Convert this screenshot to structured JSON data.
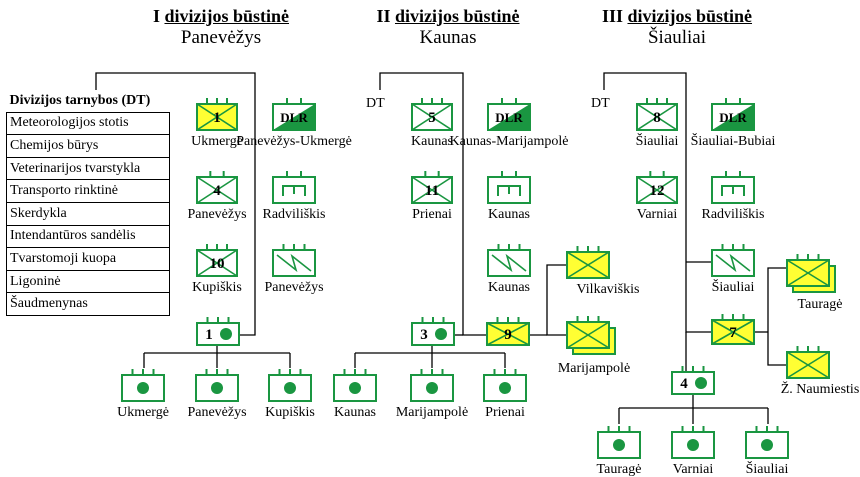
{
  "divisions": [
    {
      "title_num": "I",
      "title_word": "divizijos būstinė",
      "city": "Panevėžys"
    },
    {
      "title_num": "II",
      "title_word": "divizijos būstinė",
      "city": "Kaunas"
    },
    {
      "title_num": "III",
      "title_word": "divizijos būstinė",
      "city": "Šiauliai"
    }
  ],
  "services": {
    "heading": "Divizijos tarnybos (DT)",
    "items": [
      "Meteorologijos stotis",
      "Chemijos būrys",
      "Veterinarijos tvarstykla",
      "Transporto rinktinė",
      "Skerdykla",
      "Intendantūros sandėlis",
      "Tvarstomoji kuopa",
      "Ligoninė",
      "Šaudmenynas"
    ]
  },
  "dt_label": "DT",
  "colors": {
    "green": "#1a9641",
    "yellow": "#ffff33",
    "dot": "#1a9641",
    "line": "#000000"
  },
  "units": [
    {
      "type": "infantry",
      "number": "1",
      "label": "Ukmergė",
      "highlight": true
    },
    {
      "type": "artillery",
      "number": "DLR",
      "label": "Panevėžys-Ukmergė"
    },
    {
      "type": "infantry",
      "number": "4",
      "label": "Panevėžys"
    },
    {
      "type": "engineer",
      "label": "Radviliškis"
    },
    {
      "type": "infantry",
      "number": "10",
      "label": "Kupiškis"
    },
    {
      "type": "signal",
      "label": "Panevėžys"
    },
    {
      "type": "artillery-reg",
      "number": "1"
    },
    {
      "type": "battalion",
      "label": "Ukmergė"
    },
    {
      "type": "battalion",
      "label": "Panevėžys"
    },
    {
      "type": "battalion",
      "label": "Kupiškis"
    },
    {
      "type": "infantry",
      "number": "5",
      "label": "Kaunas"
    },
    {
      "type": "artillery",
      "number": "DLR",
      "label": "Kaunas-Marijampolė"
    },
    {
      "type": "infantry",
      "number": "11",
      "label": "Prienai"
    },
    {
      "type": "engineer",
      "label": "Kaunas"
    },
    {
      "type": "signal",
      "label": "Kaunas"
    },
    {
      "type": "cavalry",
      "label": "Vilkaviškis"
    },
    {
      "type": "artillery-reg",
      "number": "3"
    },
    {
      "type": "cavalry",
      "number": "9",
      "highlight": true
    },
    {
      "type": "cavalry-double",
      "label": "Marijampolė"
    },
    {
      "type": "battalion",
      "label": "Kaunas"
    },
    {
      "type": "battalion",
      "label": "Marijampolė"
    },
    {
      "type": "battalion",
      "label": "Prienai"
    },
    {
      "type": "infantry",
      "number": "8",
      "label": "Šiauliai"
    },
    {
      "type": "artillery",
      "number": "DLR",
      "label": "Šiauliai-Bubiai"
    },
    {
      "type": "infantry",
      "number": "12",
      "label": "Varniai"
    },
    {
      "type": "engineer",
      "label": "Radviliškis"
    },
    {
      "type": "signal",
      "label": "Šiauliai"
    },
    {
      "type": "cavalry",
      "number": "7",
      "highlight": true
    },
    {
      "type": "cavalry-double",
      "label": "Tauragė"
    },
    {
      "type": "cavalry",
      "label": "Ž. Naumiestis"
    },
    {
      "type": "artillery-reg",
      "number": "4"
    },
    {
      "type": "battalion",
      "label": "Tauragė"
    },
    {
      "type": "battalion",
      "label": "Varniai"
    },
    {
      "type": "battalion",
      "label": "Šiauliai"
    }
  ]
}
